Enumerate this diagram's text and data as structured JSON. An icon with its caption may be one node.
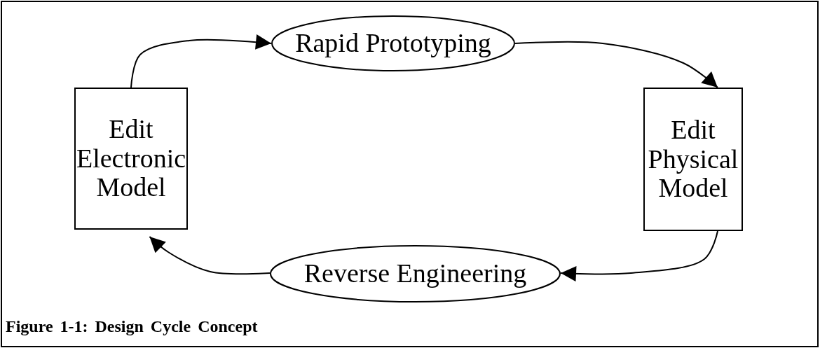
{
  "diagram": {
    "nodes": [
      {
        "text": [
          "Edit Electronic Model"
        ]
      },
      {
        "text": [
          "Rapid Prototyping"
        ]
      },
      {
        "text": [
          "Edit Physical Model"
        ]
      },
      {
        "text": [
          "Reverse Engineering"
        ]
      }
    ],
    "edges": [
      {
        "from": 0,
        "to": 1,
        "arrow": "to"
      },
      {
        "from": 1,
        "to": 2,
        "arrow": "to"
      },
      {
        "from": 2,
        "to": 3,
        "arrow": "to"
      },
      {
        "from": 3,
        "to": 0,
        "arrow": "to"
      }
    ],
    "caption": "Figure 1-1: Design Cycle Concept"
  }
}
